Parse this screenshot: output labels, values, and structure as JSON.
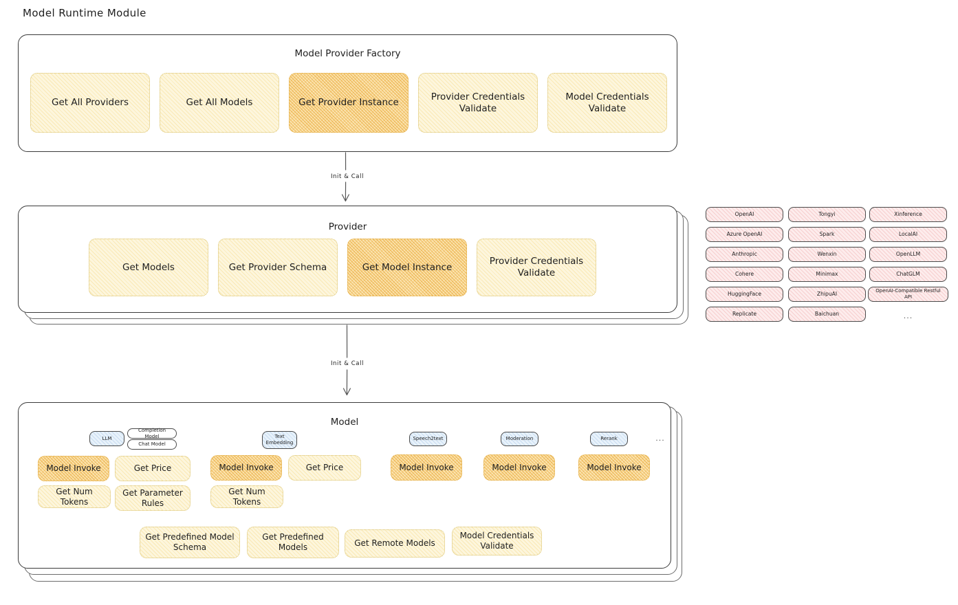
{
  "page": {
    "title": "Model Runtime Module"
  },
  "colors": {
    "amber_fill": "#fdf6dd",
    "amber_highlight": "#fbe4b0",
    "pink_fill": "#fdecec",
    "blue_fill": "#e8f2fb",
    "stroke": "#1e1e1e"
  },
  "factory": {
    "title": "Model Provider Factory",
    "nodes": [
      {
        "label": "Get All Providers",
        "highlight": false
      },
      {
        "label": "Get All Models",
        "highlight": false
      },
      {
        "label": "Get Provider Instance",
        "highlight": true
      },
      {
        "label": "Provider Credentials Validate",
        "highlight": false
      },
      {
        "label": "Model Credentials Validate",
        "highlight": false
      }
    ]
  },
  "connector_1": {
    "label": "Init & Call"
  },
  "provider": {
    "title": "Provider",
    "nodes": [
      {
        "label": "Get Models",
        "highlight": false
      },
      {
        "label": "Get Provider Schema",
        "highlight": false
      },
      {
        "label": "Get Model Instance",
        "highlight": true
      },
      {
        "label": "Provider Credentials Validate",
        "highlight": false
      }
    ]
  },
  "provider_list": {
    "columns": [
      {
        "items": [
          "OpenAI",
          "Azure OpenAI",
          "Anthropic",
          "Cohere",
          "HuggingFace",
          "Replicate"
        ]
      },
      {
        "items": [
          "Tongyi",
          "Spark",
          "Wenxin",
          "Minimax",
          "ZhipuAI",
          "Baichuan"
        ]
      },
      {
        "items": [
          "Xinference",
          "LocalAI",
          "OpenLLM",
          "ChatGLM",
          "OpenAI-Compatible Restful API"
        ]
      }
    ],
    "more": "..."
  },
  "connector_2": {
    "label": "Init & Call"
  },
  "model": {
    "title": "Model",
    "more": "...",
    "types": [
      {
        "name": "LLM",
        "subtypes": [
          "Completion Model",
          "Chat Model"
        ],
        "methods": [
          "Model Invoke",
          "Get Price",
          "Get Num Tokens",
          "Get Parameter Rules"
        ],
        "highlight_method": "Model Invoke"
      },
      {
        "name": "Text Embedding",
        "subtypes": [],
        "methods": [
          "Model Invoke",
          "Get Price",
          "Get Num Tokens"
        ],
        "highlight_method": "Model Invoke"
      },
      {
        "name": "Speech2text",
        "subtypes": [],
        "methods": [
          "Model Invoke"
        ],
        "highlight_method": "Model Invoke"
      },
      {
        "name": "Moderation",
        "subtypes": [],
        "methods": [
          "Model Invoke"
        ],
        "highlight_method": "Model Invoke"
      },
      {
        "name": "Rerank",
        "subtypes": [],
        "methods": [
          "Model Invoke"
        ],
        "highlight_method": "Model Invoke"
      }
    ],
    "shared_methods": [
      "Get Predefined Model Schema",
      "Get Predefined Models",
      "Get Remote Models",
      "Model Credentials Validate"
    ]
  }
}
